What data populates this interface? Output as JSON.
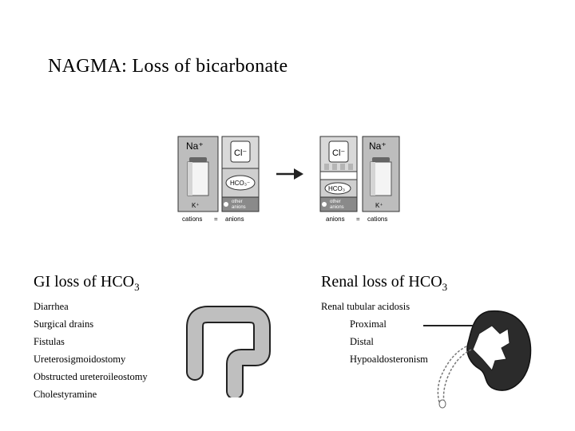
{
  "title": "NAGMA: Loss of bicarbonate",
  "diagram": {
    "left": {
      "na": "Na⁺",
      "k": "K⁺",
      "cl": "Cl⁻",
      "hco3": "HCO₃⁻",
      "other": "other",
      "anions_small": "anions",
      "cations_label": "cations",
      "eq": "=",
      "anions_label": "anions"
    },
    "right": {
      "na": "Na⁺",
      "k": "K⁺",
      "cl": "Cl⁻",
      "hco3": "HCO₃",
      "other": "other",
      "anions_small": "anions",
      "anions_label": "anions",
      "eq": "=",
      "cations_label": "cations"
    }
  },
  "gi": {
    "heading": "GI loss of HCO",
    "heading_sub": "3",
    "items": [
      "Diarrhea",
      "Surgical drains",
      "Fistulas",
      "Ureterosigmoidostomy",
      "Obstructed ureteroileostomy",
      "Cholestyramine"
    ]
  },
  "renal": {
    "heading": "Renal loss of HCO",
    "heading_sub": "3",
    "main_item": "Renal tubular acidosis",
    "sub_items": [
      "Proximal",
      "Distal",
      "Hypoaldosteronism"
    ]
  }
}
